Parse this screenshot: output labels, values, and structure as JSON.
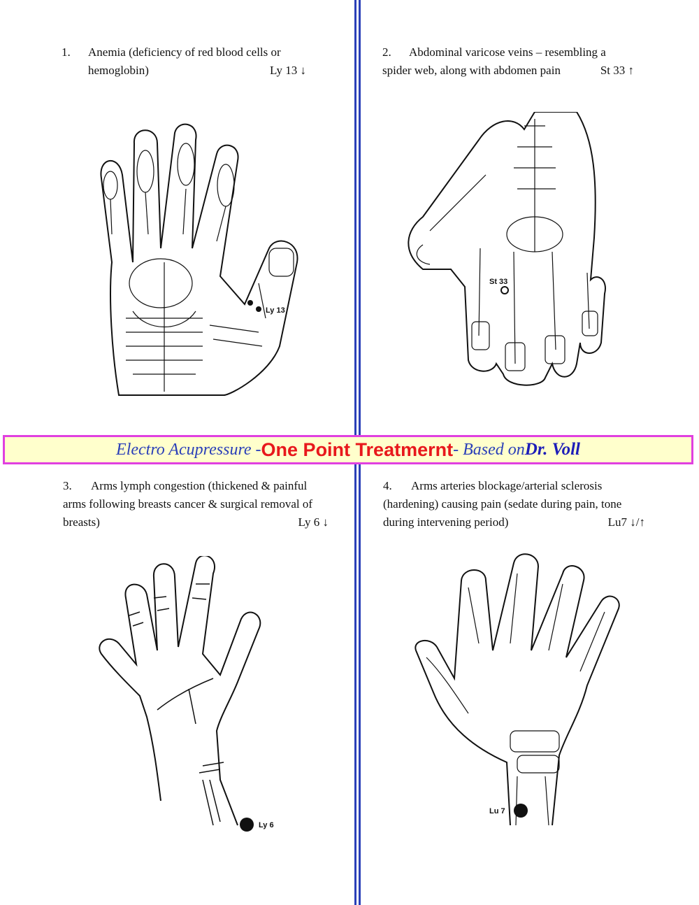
{
  "items": [
    {
      "number": "1.",
      "text": "Anemia (deficiency of red blood cells or",
      "text2": "hemoglobin)",
      "point": "Ly 13 ↓",
      "label": "Ly 13"
    },
    {
      "number": "2.",
      "text": "Abdominal varicose veins – resembling a",
      "text2": "spider web, along with abdomen pain",
      "point": "St 33 ↑",
      "label": "St  33"
    },
    {
      "number": "3.",
      "text": "Arms lymph congestion (thickened & painful",
      "text2": "arms following breasts cancer & surgical removal of",
      "text3": "breasts)",
      "point": "Ly 6 ↓",
      "label": "Ly 6"
    },
    {
      "number": "4.",
      "text": "Arms arteries blockage/arterial sclerosis",
      "text2": "(hardening) causing pain (sedate during pain, tone",
      "text3": "during intervening period)",
      "point": "Lu7 ↓/↑",
      "label": "Lu 7"
    }
  ],
  "banner": {
    "part1": "Electro Acupressure - ",
    "part2": "One Point Treatmernt",
    "part3": " - Based on ",
    "part4": "Dr. Voll"
  },
  "colors": {
    "accent": "#2a3fb8",
    "title_red": "#e8181c",
    "banner_border": "#e040e0",
    "banner_bg": "#ffffcc"
  }
}
